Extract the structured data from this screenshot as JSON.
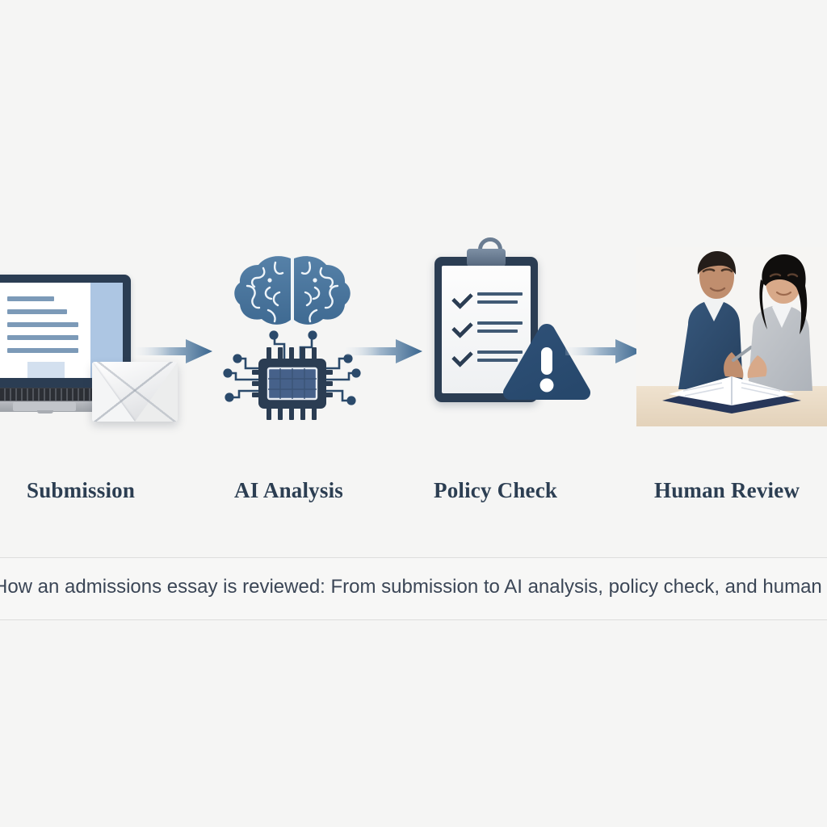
{
  "page": {
    "background_color": "#f5f5f4",
    "accent_color": "#2c3e52",
    "arrow_color": "#3d6b94"
  },
  "flow": {
    "steps": [
      {
        "id": "submission",
        "label": "Submission",
        "icons": [
          "laptop-icon",
          "document-icon",
          "envelope-icon"
        ]
      },
      {
        "id": "ai-analysis",
        "label": "AI Analysis",
        "icons": [
          "brain-icon",
          "cpu-chip-icon"
        ]
      },
      {
        "id": "policy-check",
        "label": "Policy Check",
        "icons": [
          "clipboard-checklist-icon",
          "warning-triangle-icon"
        ]
      },
      {
        "id": "human-review",
        "label": "Human Review",
        "icons": [
          "two-people-reviewing-illustration",
          "open-book-icon"
        ]
      }
    ],
    "connectors": [
      "arrow-right-icon",
      "arrow-right-icon",
      "arrow-right-icon"
    ]
  },
  "caption": {
    "text": "How an admissions essay is reviewed: From submission to AI analysis, policy check, and human review"
  }
}
